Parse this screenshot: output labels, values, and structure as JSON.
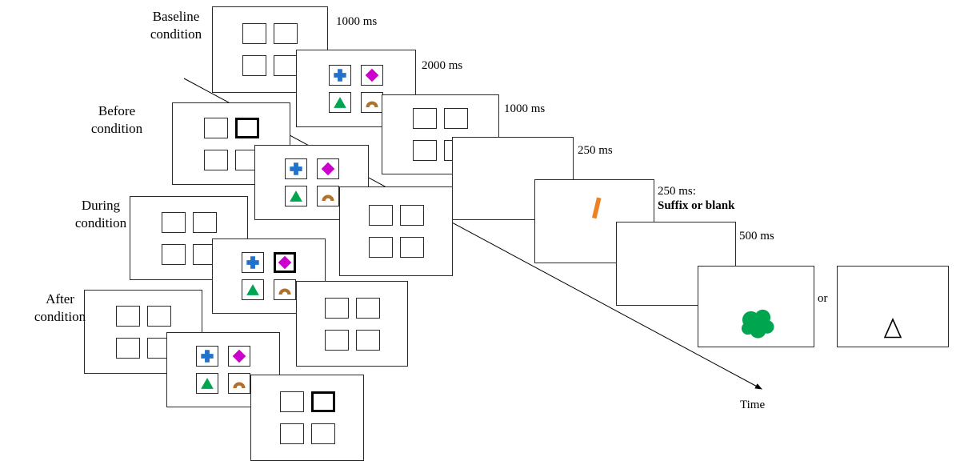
{
  "conditions": [
    {
      "line1": "Baseline",
      "line2": "condition"
    },
    {
      "line1": "Before",
      "line2": "condition"
    },
    {
      "line1": "During",
      "line2": "condition"
    },
    {
      "line1": "After",
      "line2": "condition"
    }
  ],
  "timings": {
    "fixation": "1000 ms",
    "memory_array": "2000 ms",
    "retention1": "1000 ms",
    "blank1": "250 ms",
    "suffix": {
      "line1": "250 ms:",
      "line2": "Suffix or blank"
    },
    "blank2": "500 ms"
  },
  "or_label": "or",
  "time_axis_label": "Time",
  "colors": {
    "cross": "#2272cc",
    "diamond": "#cc00cc",
    "triangle": "#00a550",
    "arch": "#b0712c",
    "suffix": "#ef8122",
    "blob": "#00a550"
  }
}
